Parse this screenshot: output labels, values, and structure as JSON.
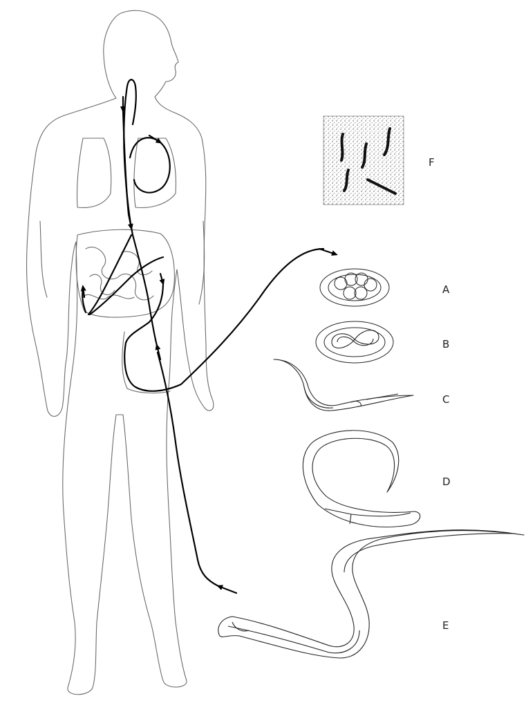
{
  "stages": [
    {
      "id": "A",
      "label": "A"
    },
    {
      "id": "B",
      "label": "B"
    },
    {
      "id": "C",
      "label": "C"
    },
    {
      "id": "D",
      "label": "D"
    },
    {
      "id": "E",
      "label": "E"
    },
    {
      "id": "F",
      "label": "F"
    }
  ],
  "colors": {
    "line": "#000000",
    "outline": "#6a6a6a",
    "stipple": "#555555",
    "background": "#ffffff"
  }
}
